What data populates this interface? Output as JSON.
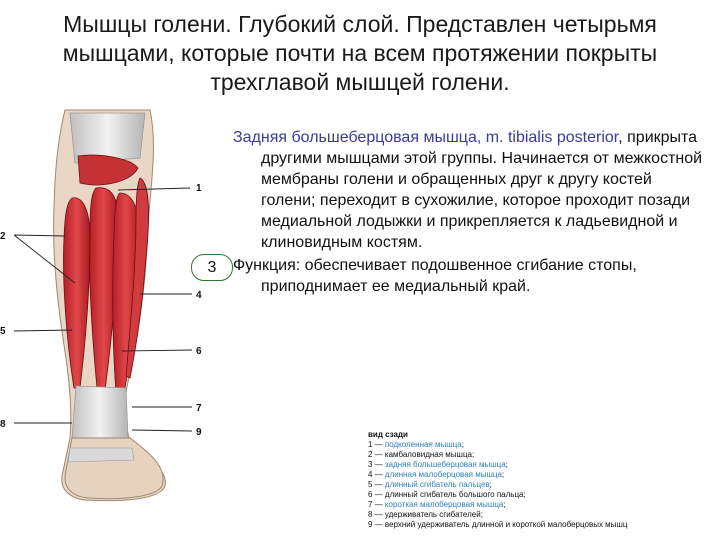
{
  "slide": {
    "title": "Мышцы голени. Глубокий слой. Представлен четырьмя мышцами, которые почти на всем протяжении покрыты трехглавой мышцей голени."
  },
  "figure": {
    "labels": [
      "1",
      "2",
      "4",
      "5",
      "6",
      "7",
      "8",
      "9"
    ],
    "badge": "3"
  },
  "description": {
    "muscle_name": "Задняя большеберцовая мышца, m. tibialis posterior",
    "name_suffix": ",",
    "text": "прикрыта другими мышцами этой группы. Начинается от межкостной мембраны голени и обращенных друг к другу костей голени; переходит в сухожилие, которое проходит позади медиальной лодыжки и прикрепляется к ладьевидной и клиновидным костям.",
    "function": "Функция: обеспечивает подошвенное сгибание стопы, приподнимает ее медиальный край."
  },
  "legend": {
    "title": "вид сзади",
    "items": [
      {
        "num": "1 — ",
        "text": "подколенная мышца",
        "end": ";",
        "link": true
      },
      {
        "num": "2 — ",
        "text": "камбаловидная мышца",
        "end": ";",
        "link": false
      },
      {
        "num": "3 — ",
        "text": "задняя большеберцовая мышца",
        "end": ";",
        "link": true
      },
      {
        "num": "4 — ",
        "text": "длинная малоберцовая мышца",
        "end": ";",
        "link": true
      },
      {
        "num": "5 — ",
        "text": "длинный сгибатель пальцев",
        "end": ";",
        "link": true
      },
      {
        "num": "6 — ",
        "text": "длинный сгибатель большого пальца",
        "end": ";",
        "link": false
      },
      {
        "num": "7 — ",
        "text": "короткая малоберцовая мышца",
        "end": ";",
        "link": true
      },
      {
        "num": "8 — ",
        "text": "удерживатель сгибателей",
        "end": ";",
        "link": false
      },
      {
        "num": "9 — ",
        "text": "верхний удерживатель длинной и короткой малоберцовых мышц",
        "end": "",
        "link": false
      }
    ]
  },
  "colors": {
    "accent": "#3a3aa0",
    "link": "#2c7fb8",
    "muscle": "#c8282c",
    "tendon": "#dcdcdc",
    "badge_border": "#2d7a3e"
  }
}
